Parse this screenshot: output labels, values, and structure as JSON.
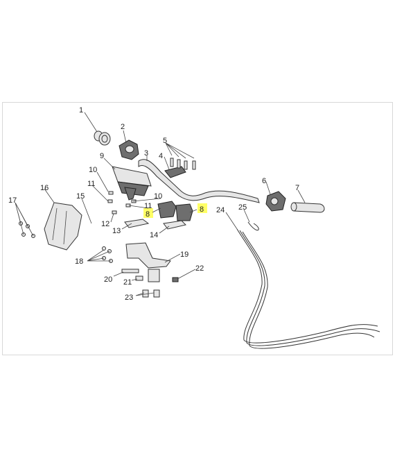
{
  "diagram": {
    "highlight_color": "#ffff66",
    "callouts": [
      {
        "id": "c1",
        "text": "1"
      },
      {
        "id": "c2",
        "text": "2"
      },
      {
        "id": "c3",
        "text": "3"
      },
      {
        "id": "c4",
        "text": "4"
      },
      {
        "id": "c5",
        "text": "5"
      },
      {
        "id": "c6",
        "text": "6"
      },
      {
        "id": "c7",
        "text": "7"
      },
      {
        "id": "c8a",
        "text": "8",
        "highlighted": true
      },
      {
        "id": "c8b",
        "text": "8",
        "highlighted": true
      },
      {
        "id": "c9",
        "text": "9"
      },
      {
        "id": "c10a",
        "text": "10"
      },
      {
        "id": "c10b",
        "text": "10"
      },
      {
        "id": "c11a",
        "text": "11"
      },
      {
        "id": "c11b",
        "text": "11"
      },
      {
        "id": "c12",
        "text": "12"
      },
      {
        "id": "c13",
        "text": "13"
      },
      {
        "id": "c14",
        "text": "14"
      },
      {
        "id": "c15",
        "text": "15"
      },
      {
        "id": "c16",
        "text": "16"
      },
      {
        "id": "c17",
        "text": "17"
      },
      {
        "id": "c18",
        "text": "18"
      },
      {
        "id": "c19",
        "text": "19"
      },
      {
        "id": "c20",
        "text": "20"
      },
      {
        "id": "c21",
        "text": "21"
      },
      {
        "id": "c22",
        "text": "22"
      },
      {
        "id": "c23",
        "text": "23"
      },
      {
        "id": "c24",
        "text": "24"
      },
      {
        "id": "c25",
        "text": "25"
      }
    ]
  }
}
